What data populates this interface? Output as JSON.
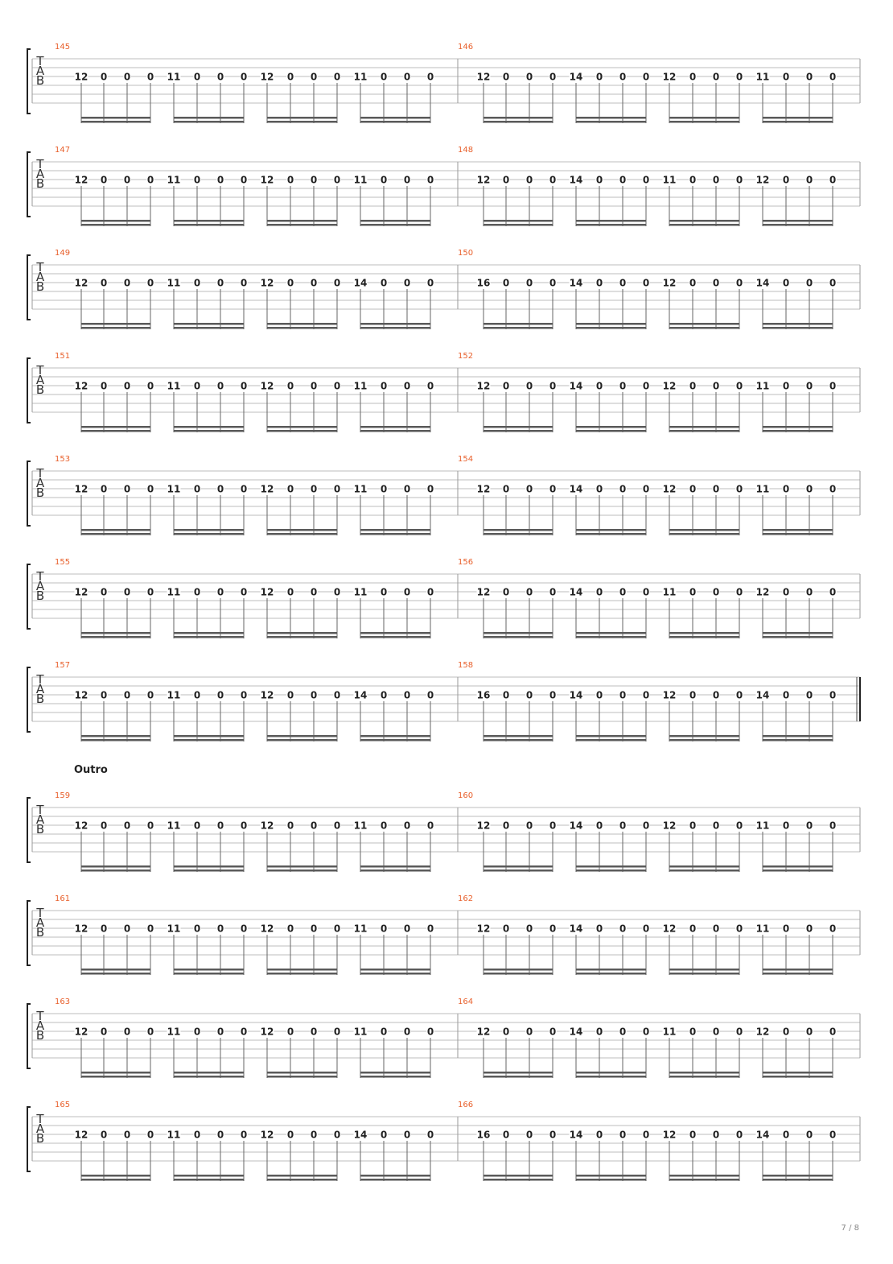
{
  "page": {
    "number": "7 / 8"
  },
  "colors": {
    "measure_number": "#e8602c",
    "staff_line": "#bdbdbd",
    "barline": "#9a9a9a",
    "fret": "#222222",
    "beam": "#5a5a5a"
  },
  "tab_clef": [
    "T",
    "A",
    "B"
  ],
  "section": {
    "label": "Outro"
  },
  "systems": [
    {
      "measures": [
        {
          "number": "145",
          "frets": [
            "12",
            "0",
            "0",
            "0",
            "11",
            "0",
            "0",
            "0",
            "12",
            "0",
            "0",
            "0",
            "11",
            "0",
            "0",
            "0"
          ]
        },
        {
          "number": "146",
          "frets": [
            "12",
            "0",
            "0",
            "0",
            "14",
            "0",
            "0",
            "0",
            "12",
            "0",
            "0",
            "0",
            "11",
            "0",
            "0",
            "0"
          ]
        }
      ]
    },
    {
      "measures": [
        {
          "number": "147",
          "frets": [
            "12",
            "0",
            "0",
            "0",
            "11",
            "0",
            "0",
            "0",
            "12",
            "0",
            "0",
            "0",
            "11",
            "0",
            "0",
            "0"
          ]
        },
        {
          "number": "148",
          "frets": [
            "12",
            "0",
            "0",
            "0",
            "14",
            "0",
            "0",
            "0",
            "11",
            "0",
            "0",
            "0",
            "12",
            "0",
            "0",
            "0"
          ]
        }
      ]
    },
    {
      "measures": [
        {
          "number": "149",
          "frets": [
            "12",
            "0",
            "0",
            "0",
            "11",
            "0",
            "0",
            "0",
            "12",
            "0",
            "0",
            "0",
            "14",
            "0",
            "0",
            "0"
          ]
        },
        {
          "number": "150",
          "frets": [
            "16",
            "0",
            "0",
            "0",
            "14",
            "0",
            "0",
            "0",
            "12",
            "0",
            "0",
            "0",
            "14",
            "0",
            "0",
            "0"
          ]
        }
      ]
    },
    {
      "measures": [
        {
          "number": "151",
          "frets": [
            "12",
            "0",
            "0",
            "0",
            "11",
            "0",
            "0",
            "0",
            "12",
            "0",
            "0",
            "0",
            "11",
            "0",
            "0",
            "0"
          ]
        },
        {
          "number": "152",
          "frets": [
            "12",
            "0",
            "0",
            "0",
            "14",
            "0",
            "0",
            "0",
            "12",
            "0",
            "0",
            "0",
            "11",
            "0",
            "0",
            "0"
          ]
        }
      ]
    },
    {
      "measures": [
        {
          "number": "153",
          "frets": [
            "12",
            "0",
            "0",
            "0",
            "11",
            "0",
            "0",
            "0",
            "12",
            "0",
            "0",
            "0",
            "11",
            "0",
            "0",
            "0"
          ]
        },
        {
          "number": "154",
          "frets": [
            "12",
            "0",
            "0",
            "0",
            "14",
            "0",
            "0",
            "0",
            "12",
            "0",
            "0",
            "0",
            "11",
            "0",
            "0",
            "0"
          ]
        }
      ]
    },
    {
      "measures": [
        {
          "number": "155",
          "frets": [
            "12",
            "0",
            "0",
            "0",
            "11",
            "0",
            "0",
            "0",
            "12",
            "0",
            "0",
            "0",
            "11",
            "0",
            "0",
            "0"
          ]
        },
        {
          "number": "156",
          "frets": [
            "12",
            "0",
            "0",
            "0",
            "14",
            "0",
            "0",
            "0",
            "11",
            "0",
            "0",
            "0",
            "12",
            "0",
            "0",
            "0"
          ]
        }
      ]
    },
    {
      "final_barline": true,
      "measures": [
        {
          "number": "157",
          "frets": [
            "12",
            "0",
            "0",
            "0",
            "11",
            "0",
            "0",
            "0",
            "12",
            "0",
            "0",
            "0",
            "14",
            "0",
            "0",
            "0"
          ]
        },
        {
          "number": "158",
          "frets": [
            "16",
            "0",
            "0",
            "0",
            "14",
            "0",
            "0",
            "0",
            "12",
            "0",
            "0",
            "0",
            "14",
            "0",
            "0",
            "0"
          ]
        }
      ]
    },
    {
      "measures": [
        {
          "number": "159",
          "frets": [
            "12",
            "0",
            "0",
            "0",
            "11",
            "0",
            "0",
            "0",
            "12",
            "0",
            "0",
            "0",
            "11",
            "0",
            "0",
            "0"
          ]
        },
        {
          "number": "160",
          "frets": [
            "12",
            "0",
            "0",
            "0",
            "14",
            "0",
            "0",
            "0",
            "12",
            "0",
            "0",
            "0",
            "11",
            "0",
            "0",
            "0"
          ]
        }
      ]
    },
    {
      "measures": [
        {
          "number": "161",
          "frets": [
            "12",
            "0",
            "0",
            "0",
            "11",
            "0",
            "0",
            "0",
            "12",
            "0",
            "0",
            "0",
            "11",
            "0",
            "0",
            "0"
          ]
        },
        {
          "number": "162",
          "frets": [
            "12",
            "0",
            "0",
            "0",
            "14",
            "0",
            "0",
            "0",
            "12",
            "0",
            "0",
            "0",
            "11",
            "0",
            "0",
            "0"
          ]
        }
      ]
    },
    {
      "measures": [
        {
          "number": "163",
          "frets": [
            "12",
            "0",
            "0",
            "0",
            "11",
            "0",
            "0",
            "0",
            "12",
            "0",
            "0",
            "0",
            "11",
            "0",
            "0",
            "0"
          ]
        },
        {
          "number": "164",
          "frets": [
            "12",
            "0",
            "0",
            "0",
            "14",
            "0",
            "0",
            "0",
            "11",
            "0",
            "0",
            "0",
            "12",
            "0",
            "0",
            "0"
          ]
        }
      ]
    },
    {
      "measures": [
        {
          "number": "165",
          "frets": [
            "12",
            "0",
            "0",
            "0",
            "11",
            "0",
            "0",
            "0",
            "12",
            "0",
            "0",
            "0",
            "14",
            "0",
            "0",
            "0"
          ]
        },
        {
          "number": "166",
          "frets": [
            "16",
            "0",
            "0",
            "0",
            "14",
            "0",
            "0",
            "0",
            "12",
            "0",
            "0",
            "0",
            "14",
            "0",
            "0",
            "0"
          ]
        }
      ]
    }
  ]
}
